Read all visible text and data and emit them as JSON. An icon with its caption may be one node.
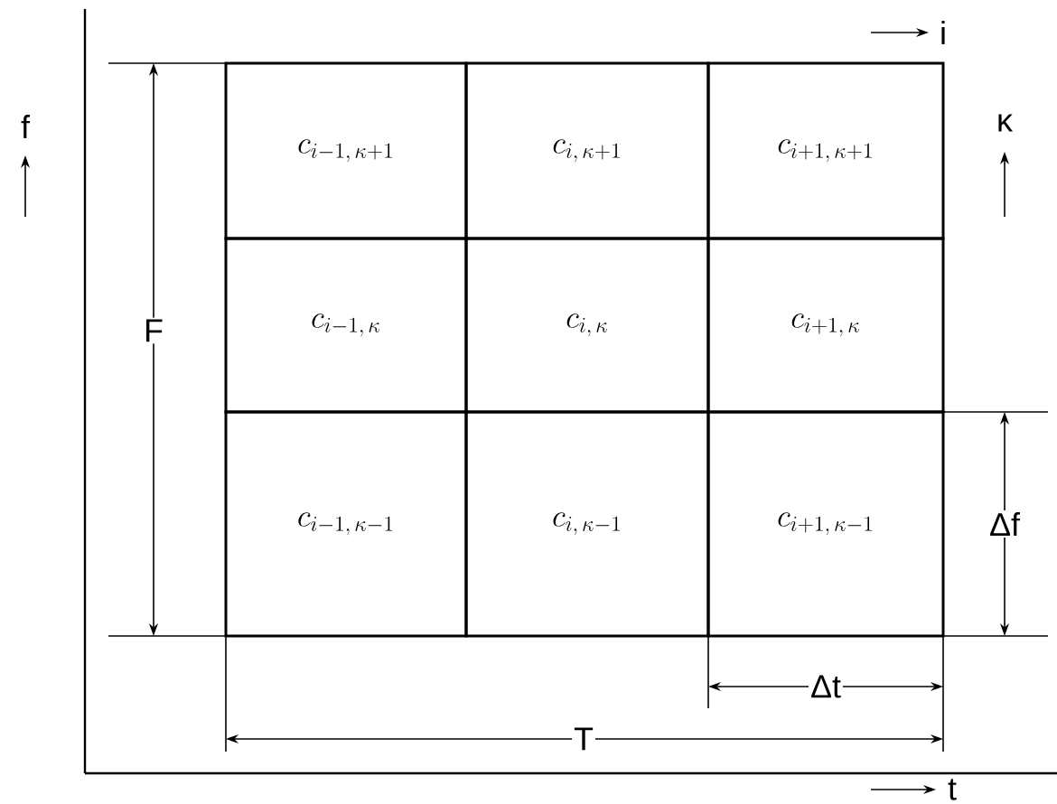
{
  "diagram": {
    "nodes": [
      {
        "text": [
          "c_{i-1,\\,\\kappa+1}"
        ]
      },
      {
        "text": [
          "c_{i,\\,\\kappa+1}"
        ]
      },
      {
        "text": [
          "c_{i+1,\\,\\kappa+1}"
        ]
      },
      {
        "text": [
          "c_{i-1,\\,\\kappa}"
        ]
      },
      {
        "text": [
          "c_{i,\\,\\kappa}"
        ]
      },
      {
        "text": [
          "c_{i+1,\\,\\kappa}"
        ]
      },
      {
        "text": [
          "c_{i-1,\\,\\kappa-1}"
        ]
      },
      {
        "text": [
          "c_{i,\\,\\kappa-1}"
        ]
      },
      {
        "text": [
          "c_{i+1,\\,\\kappa-1}"
        ]
      }
    ],
    "labels": [
      "i",
      "f",
      "κ",
      "F",
      "Δf",
      "Δt",
      "T",
      "t"
    ]
  }
}
